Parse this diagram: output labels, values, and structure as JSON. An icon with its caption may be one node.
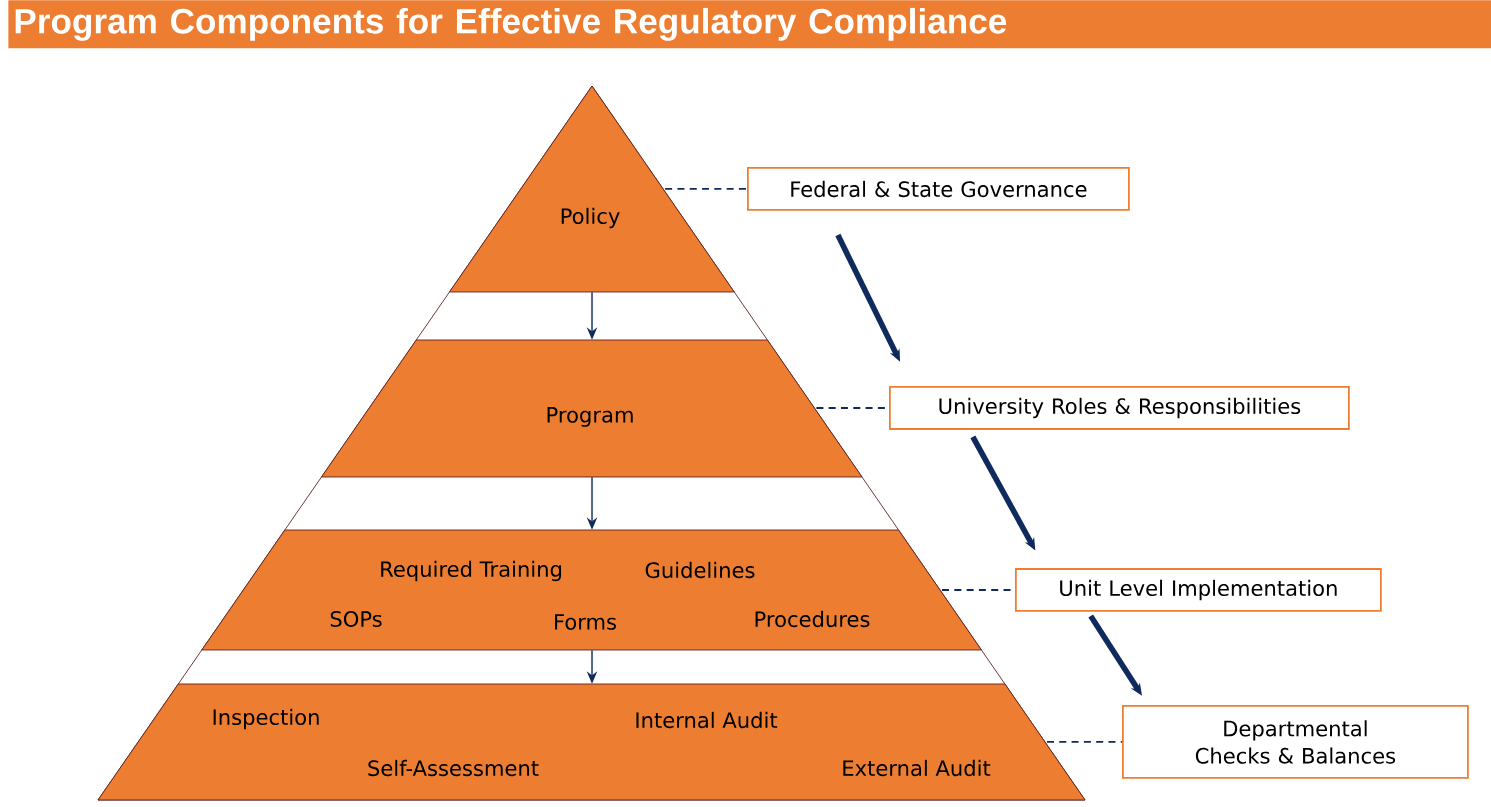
{
  "diagram": {
    "title": "Program Components for Effective Regulatory Compliance",
    "nodes": [
      {
        "text": [
          "Policy"
        ]
      },
      {
        "text": [
          "Program"
        ]
      },
      {
        "text": [
          "Required Training",
          "Guidelines",
          "SOPs",
          "Forms",
          "Procedures"
        ]
      },
      {
        "text": [
          "Inspection",
          "Internal Audit",
          "Self-Assessment",
          "External Audit"
        ]
      },
      {
        "text": [
          "Federal & State Governance"
        ]
      },
      {
        "text": [
          "University Roles & Responsibilities"
        ]
      },
      {
        "text": [
          "Unit Level Implementation"
        ]
      },
      {
        "text": [
          "Departmental Checks & Balances"
        ]
      }
    ],
    "edges": [
      {
        "from": 0,
        "to": 1,
        "arrow": "to"
      },
      {
        "from": 1,
        "to": 2,
        "arrow": "to"
      },
      {
        "from": 2,
        "to": 3,
        "arrow": "to"
      },
      {
        "from": 0,
        "to": 4,
        "arrow": "none",
        "style": "dashed"
      },
      {
        "from": 1,
        "to": 5,
        "arrow": "none",
        "style": "dashed"
      },
      {
        "from": 2,
        "to": 6,
        "arrow": "none",
        "style": "dashed"
      },
      {
        "from": 3,
        "to": 7,
        "arrow": "none",
        "style": "dashed"
      },
      {
        "from": 4,
        "to": 5,
        "arrow": "to",
        "style": "thick"
      },
      {
        "from": 5,
        "to": 6,
        "arrow": "to",
        "style": "thick"
      },
      {
        "from": 6,
        "to": 7,
        "arrow": "to",
        "style": "thick"
      }
    ]
  }
}
